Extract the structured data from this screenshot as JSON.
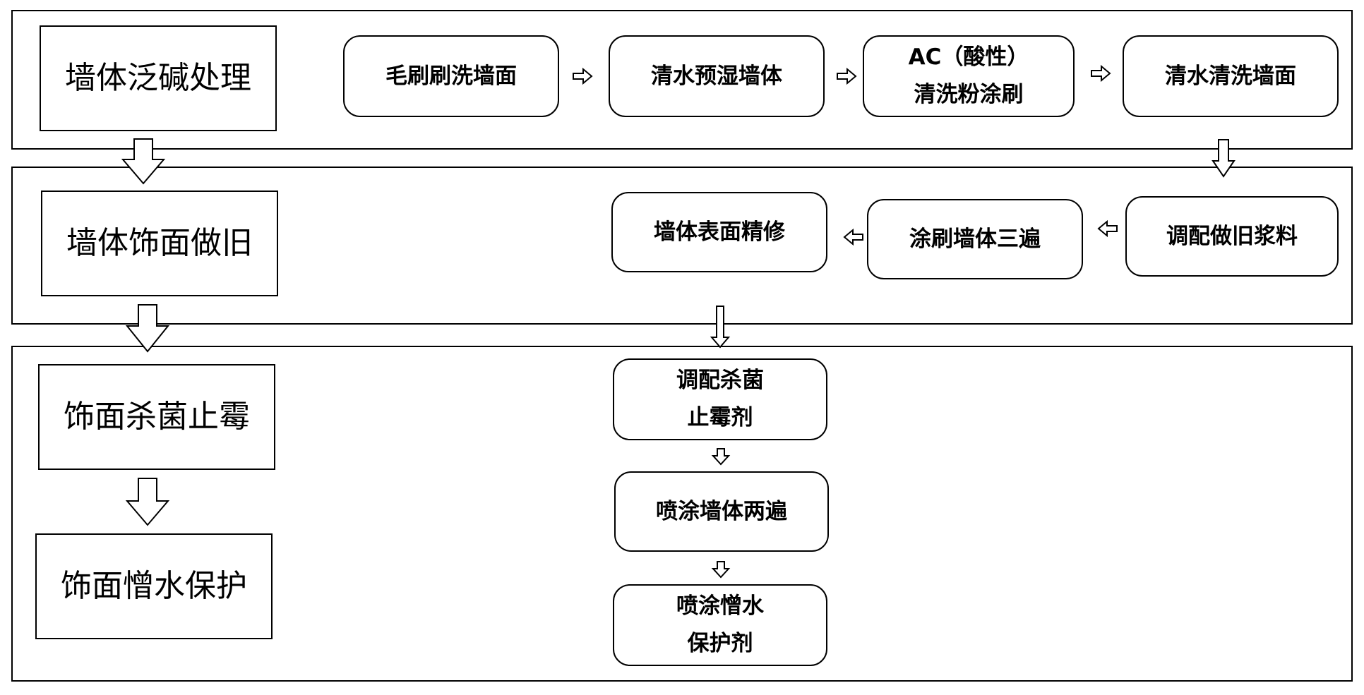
{
  "stages": [
    {
      "label": "墙体泛碱处理"
    },
    {
      "label": "墙体饰面做旧"
    },
    {
      "label": "饰面杀菌止霉"
    },
    {
      "label": "饰面憎水保护"
    }
  ],
  "row1": {
    "steps": [
      {
        "line1": "毛刷刷洗墙面",
        "line2": ""
      },
      {
        "line1": "清水预湿墙体",
        "line2": ""
      },
      {
        "line1": "AC（酸性）",
        "line2": "清洗粉涂刷"
      },
      {
        "line1": "清水清洗墙面",
        "line2": ""
      }
    ]
  },
  "row2": {
    "steps": [
      {
        "line1": "墙体表面精修",
        "line2": ""
      },
      {
        "line1": "涂刷墙体三遍",
        "line2": ""
      },
      {
        "line1": "调配做旧浆料",
        "line2": ""
      }
    ]
  },
  "row3": {
    "steps": [
      {
        "line1": "调配杀菌",
        "line2": "止霉剂"
      },
      {
        "line1": "喷涂墙体两遍",
        "line2": ""
      },
      {
        "line1": "喷涂憎水",
        "line2": "保护剂"
      }
    ]
  }
}
